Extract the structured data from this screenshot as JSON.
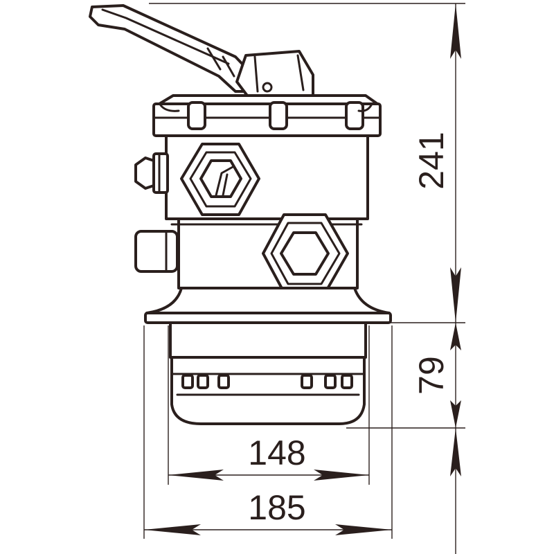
{
  "dimensions": {
    "height_total": "241",
    "height_base": "79",
    "width_inner": "148",
    "width_outer": "185"
  },
  "colors": {
    "line": "#2a1f1d",
    "background": "#ffffff"
  }
}
